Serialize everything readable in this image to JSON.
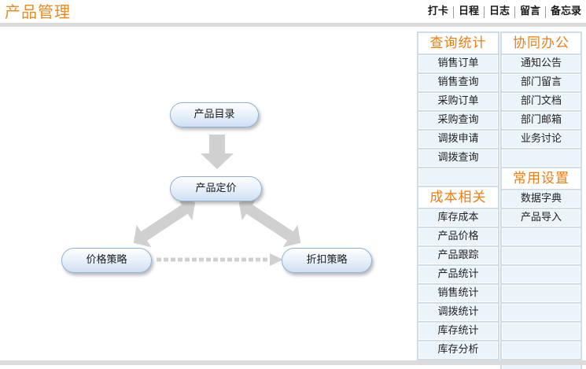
{
  "header": {
    "title": "产品管理",
    "links": [
      "打卡",
      "日程",
      "日志",
      "留言",
      "备忘录"
    ]
  },
  "diagram": {
    "nodes": {
      "catalog": "产品目录",
      "pricing": "产品定价",
      "price_strategy": "价格策略",
      "discount_strategy": "折扣策略"
    }
  },
  "left_menu": {
    "query_header": "查询统计",
    "query_items": [
      "销售订单",
      "销售查询",
      "采购订单",
      "采购查询",
      "调拨申请",
      "调拨查询"
    ],
    "cost_header": "成本相关",
    "cost_items": [
      "库存成本",
      "产品价格",
      "产品跟踪",
      "产品统计",
      "销售统计",
      "调拨统计",
      "库存统计",
      "库存分析"
    ]
  },
  "right_menu": {
    "office_header": "协同办公",
    "office_items": [
      "通知公告",
      "部门留言",
      "部门文档",
      "部门邮箱",
      "业务讨论"
    ],
    "settings_header": "常用设置",
    "settings_items": [
      "数据字典",
      "产品导入"
    ]
  },
  "colors": {
    "accent": "#f08a1c",
    "menu_bg": "#ebf3fb",
    "menu_border": "#cfdcea",
    "arrow": "#d0d0d0"
  }
}
